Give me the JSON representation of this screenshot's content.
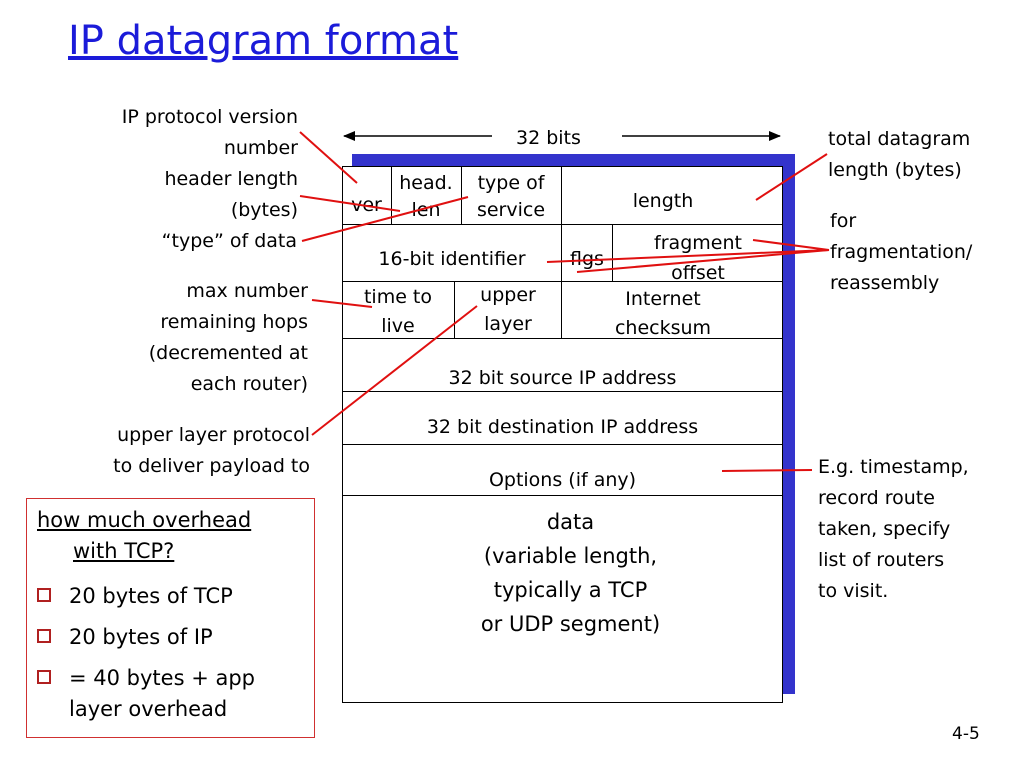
{
  "title": "IP datagram format",
  "width_label": "32 bits",
  "fields": {
    "ver": "ver",
    "head_len": [
      "head.",
      "len"
    ],
    "type_of_service": [
      "type of",
      "service"
    ],
    "length": "length",
    "identifier": "16-bit identifier",
    "flgs": "flgs",
    "fragment_offset": [
      "fragment",
      "offset"
    ],
    "ttl": [
      "time to",
      "live"
    ],
    "upper_layer": [
      "upper",
      "layer"
    ],
    "checksum": [
      "Internet",
      "checksum"
    ],
    "source": "32 bit source IP address",
    "destination": "32 bit destination IP address",
    "options": "Options (if any)",
    "data": [
      "data",
      "(variable length,",
      "typically a TCP",
      "or UDP segment)"
    ]
  },
  "left_labels": {
    "version": [
      "IP protocol version",
      "number"
    ],
    "header_length": [
      "header length",
      "(bytes)"
    ],
    "type_of_data": "“type” of data",
    "max_hops": [
      "max number",
      "remaining hops",
      "(decremented at",
      "each router)"
    ],
    "upper_layer_protocol": [
      "upper layer protocol",
      "to deliver payload to"
    ]
  },
  "right_labels": {
    "total_length": [
      "total datagram",
      "length (bytes)"
    ],
    "fragmentation": [
      "for",
      "fragmentation/",
      "reassembly"
    ],
    "options_example": [
      "E.g. timestamp,",
      "record route",
      "taken, specify",
      "list of routers",
      "to visit."
    ]
  },
  "overhead": {
    "title": [
      "how much overhead",
      "with TCP?"
    ],
    "items": [
      "20 bytes of TCP",
      "20 bytes of IP",
      "= 40 bytes + app",
      "layer overhead"
    ]
  },
  "page_number": "4-5",
  "colors": {
    "title": "#1b1bd9",
    "pointer_lines": "#e01010",
    "box_shadow": "#3333cc",
    "bullet": "#b02020"
  }
}
